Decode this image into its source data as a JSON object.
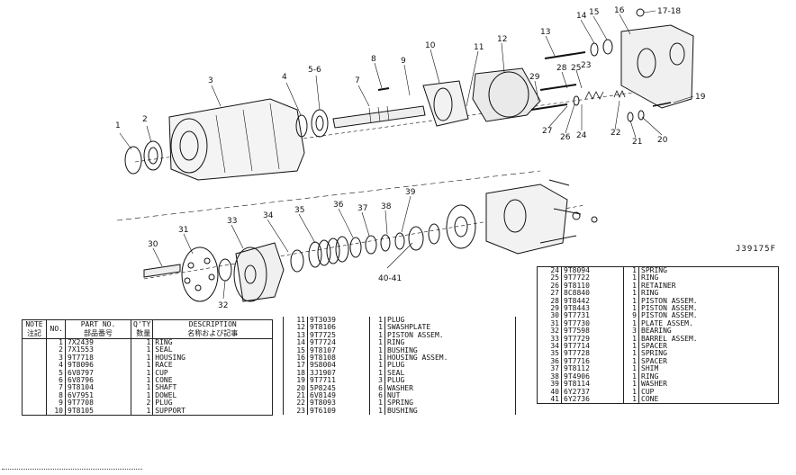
{
  "drawing_code": "J39175F",
  "callouts": [
    "1",
    "2",
    "3",
    "4",
    "5-6",
    "7",
    "8",
    "9",
    "10",
    "11",
    "12",
    "13",
    "14",
    "15",
    "16",
    "17-18",
    "19",
    "20",
    "21",
    "22",
    "23",
    "24",
    "25",
    "26",
    "27",
    "28",
    "29",
    "30",
    "31",
    "32",
    "33",
    "34",
    "35",
    "36",
    "37",
    "38",
    "39",
    "40-41"
  ],
  "table_header": {
    "note_en": "NOTE",
    "note_jp": "注記",
    "no": "NO.",
    "part_en": "PART NO.",
    "part_jp": "部品番号",
    "qty_en": "Q'TY",
    "qty_jp": "数量",
    "desc_en": "DESCRIPTION",
    "desc_jp": "名称および記事"
  },
  "parts": [
    {
      "no": "1",
      "part": "7X2439",
      "qty": "1",
      "desc": "RING"
    },
    {
      "no": "2",
      "part": "7X1553",
      "qty": "1",
      "desc": "SEAL"
    },
    {
      "no": "3",
      "part": "9T7718",
      "qty": "1",
      "desc": "HOUSING"
    },
    {
      "no": "4",
      "part": "9T8096",
      "qty": "1",
      "desc": "RACE"
    },
    {
      "no": "5",
      "part": "6V8797",
      "qty": "1",
      "desc": "CUP"
    },
    {
      "no": "6",
      "part": "6V8796",
      "qty": "1",
      "desc": "CONE"
    },
    {
      "no": "7",
      "part": "9T8104",
      "qty": "1",
      "desc": "SHAFT"
    },
    {
      "no": "8",
      "part": "6V7951",
      "qty": "1",
      "desc": "DOWEL"
    },
    {
      "no": "9",
      "part": "9T7708",
      "qty": "2",
      "desc": "PLUG"
    },
    {
      "no": "10",
      "part": "9T8105",
      "qty": "1",
      "desc": "SUPPORT"
    },
    {
      "no": "11",
      "part": "9T3039",
      "qty": "1",
      "desc": "PLUG"
    },
    {
      "no": "12",
      "part": "9T8106",
      "qty": "1",
      "desc": "SWASHPLATE"
    },
    {
      "no": "13",
      "part": "9T7725",
      "qty": "1",
      "desc": "PISTON ASSEM."
    },
    {
      "no": "14",
      "part": "9T7724",
      "qty": "1",
      "desc": "RING"
    },
    {
      "no": "15",
      "part": "9T8107",
      "qty": "1",
      "desc": "BUSHING"
    },
    {
      "no": "16",
      "part": "9T8108",
      "qty": "1",
      "desc": "HOUSING ASSEM."
    },
    {
      "no": "17",
      "part": "9S8004",
      "qty": "1",
      "desc": "PLUG"
    },
    {
      "no": "18",
      "part": "3J1907",
      "qty": "1",
      "desc": "SEAL"
    },
    {
      "no": "19",
      "part": "9T7711",
      "qty": "3",
      "desc": "PLUG"
    },
    {
      "no": "20",
      "part": "5P8245",
      "qty": "6",
      "desc": "WASHER"
    },
    {
      "no": "21",
      "part": "6V8149",
      "qty": "6",
      "desc": "NUT"
    },
    {
      "no": "22",
      "part": "9T8093",
      "qty": "1",
      "desc": "SPRING"
    },
    {
      "no": "23",
      "part": "9T6109",
      "qty": "1",
      "desc": "BUSHING"
    },
    {
      "no": "24",
      "part": "9T8094",
      "qty": "1",
      "desc": "SPRING"
    },
    {
      "no": "25",
      "part": "9T7722",
      "qty": "1",
      "desc": "RING"
    },
    {
      "no": "26",
      "part": "9T8110",
      "qty": "1",
      "desc": "RETAINER"
    },
    {
      "no": "27",
      "part": "8C8840",
      "qty": "1",
      "desc": "RING"
    },
    {
      "no": "28",
      "part": "9T8442",
      "qty": "1",
      "desc": "PISTON ASSEM."
    },
    {
      "no": "29",
      "part": "9T8443",
      "qty": "1",
      "desc": "PISTON ASSEM."
    },
    {
      "no": "30",
      "part": "9T7731",
      "qty": "9",
      "desc": "PISTON ASSEM."
    },
    {
      "no": "31",
      "part": "9T7730",
      "qty": "1",
      "desc": "PLATE ASSEM."
    },
    {
      "no": "32",
      "part": "9T7598",
      "qty": "3",
      "desc": "BEARING"
    },
    {
      "no": "33",
      "part": "9T7729",
      "qty": "1",
      "desc": "BARREL ASSEM."
    },
    {
      "no": "34",
      "part": "9T7714",
      "qty": "1",
      "desc": "SPACER"
    },
    {
      "no": "35",
      "part": "9T7728",
      "qty": "1",
      "desc": "SPRING"
    },
    {
      "no": "36",
      "part": "9T7716",
      "qty": "1",
      "desc": "SPACER"
    },
    {
      "no": "37",
      "part": "9T8112",
      "qty": "1",
      "desc": "SHIM"
    },
    {
      "no": "38",
      "part": "9T4906",
      "qty": "1",
      "desc": "RING"
    },
    {
      "no": "39",
      "part": "9T8114",
      "qty": "1",
      "desc": "WASHER"
    },
    {
      "no": "40",
      "part": "6Y2737",
      "qty": "1",
      "desc": "CUP"
    },
    {
      "no": "41",
      "part": "6Y2736",
      "qty": "1",
      "desc": "CONE"
    }
  ]
}
